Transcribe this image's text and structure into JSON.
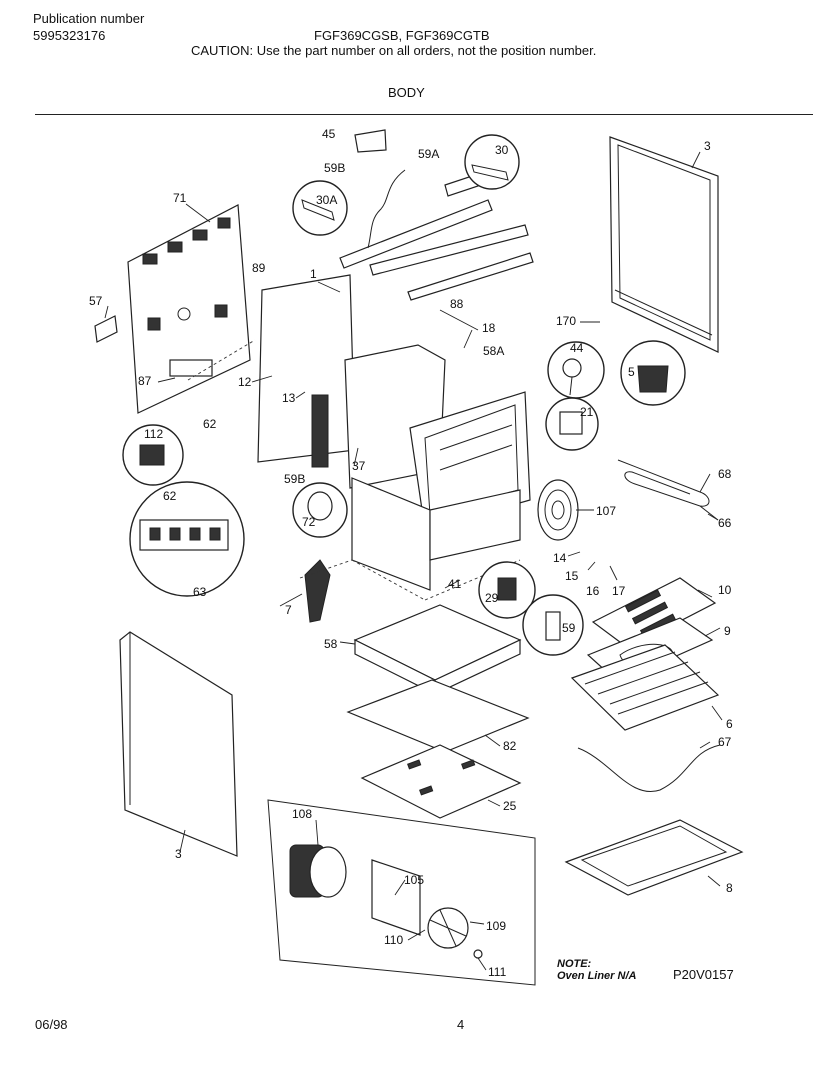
{
  "header": {
    "pub_label": "Publication number",
    "pub_number": "5995323176",
    "models": "FGF369CGSB, FGF369CGTB",
    "caution": "CAUTION:  Use the part number on all orders, not the position number.",
    "section": "BODY"
  },
  "diagram": {
    "callouts": [
      {
        "id": "45",
        "text": "45"
      },
      {
        "id": "59B_top",
        "text": "59B"
      },
      {
        "id": "59A",
        "text": "59A"
      },
      {
        "id": "30",
        "text": "30"
      },
      {
        "id": "30A",
        "text": "30A"
      },
      {
        "id": "71",
        "text": "71"
      },
      {
        "id": "3_top",
        "text": "3"
      },
      {
        "id": "89",
        "text": "89"
      },
      {
        "id": "1",
        "text": "1"
      },
      {
        "id": "57",
        "text": "57"
      },
      {
        "id": "88",
        "text": "88"
      },
      {
        "id": "170",
        "text": "170"
      },
      {
        "id": "18",
        "text": "18"
      },
      {
        "id": "58A",
        "text": "58A"
      },
      {
        "id": "44",
        "text": "44"
      },
      {
        "id": "5",
        "text": "5"
      },
      {
        "id": "87",
        "text": "87"
      },
      {
        "id": "12",
        "text": "12"
      },
      {
        "id": "13",
        "text": "13"
      },
      {
        "id": "21",
        "text": "21"
      },
      {
        "id": "112",
        "text": "112"
      },
      {
        "id": "62_small",
        "text": "62"
      },
      {
        "id": "37",
        "text": "37"
      },
      {
        "id": "68",
        "text": "68"
      },
      {
        "id": "59B_mid",
        "text": "59B"
      },
      {
        "id": "66",
        "text": "66"
      },
      {
        "id": "62_circle",
        "text": "62"
      },
      {
        "id": "72",
        "text": "72"
      },
      {
        "id": "107",
        "text": "107"
      },
      {
        "id": "14",
        "text": "14"
      },
      {
        "id": "15",
        "text": "15"
      },
      {
        "id": "16",
        "text": "16"
      },
      {
        "id": "17",
        "text": "17"
      },
      {
        "id": "41",
        "text": "41"
      },
      {
        "id": "29",
        "text": "29"
      },
      {
        "id": "10",
        "text": "10"
      },
      {
        "id": "63",
        "text": "63"
      },
      {
        "id": "7",
        "text": "7"
      },
      {
        "id": "9",
        "text": "9"
      },
      {
        "id": "58",
        "text": "58"
      },
      {
        "id": "59",
        "text": "59"
      },
      {
        "id": "6",
        "text": "6"
      },
      {
        "id": "82",
        "text": "82"
      },
      {
        "id": "67",
        "text": "67"
      },
      {
        "id": "25",
        "text": "25"
      },
      {
        "id": "108",
        "text": "108"
      },
      {
        "id": "3_bottom",
        "text": "3"
      },
      {
        "id": "105",
        "text": "105"
      },
      {
        "id": "8",
        "text": "8"
      },
      {
        "id": "110",
        "text": "110"
      },
      {
        "id": "109",
        "text": "109"
      },
      {
        "id": "111",
        "text": "111"
      }
    ]
  },
  "footer": {
    "note_label": "NOTE:",
    "note_text": "Oven Liner N/A",
    "drawing_code": "P20V0157",
    "date": "06/98",
    "page": "4"
  }
}
